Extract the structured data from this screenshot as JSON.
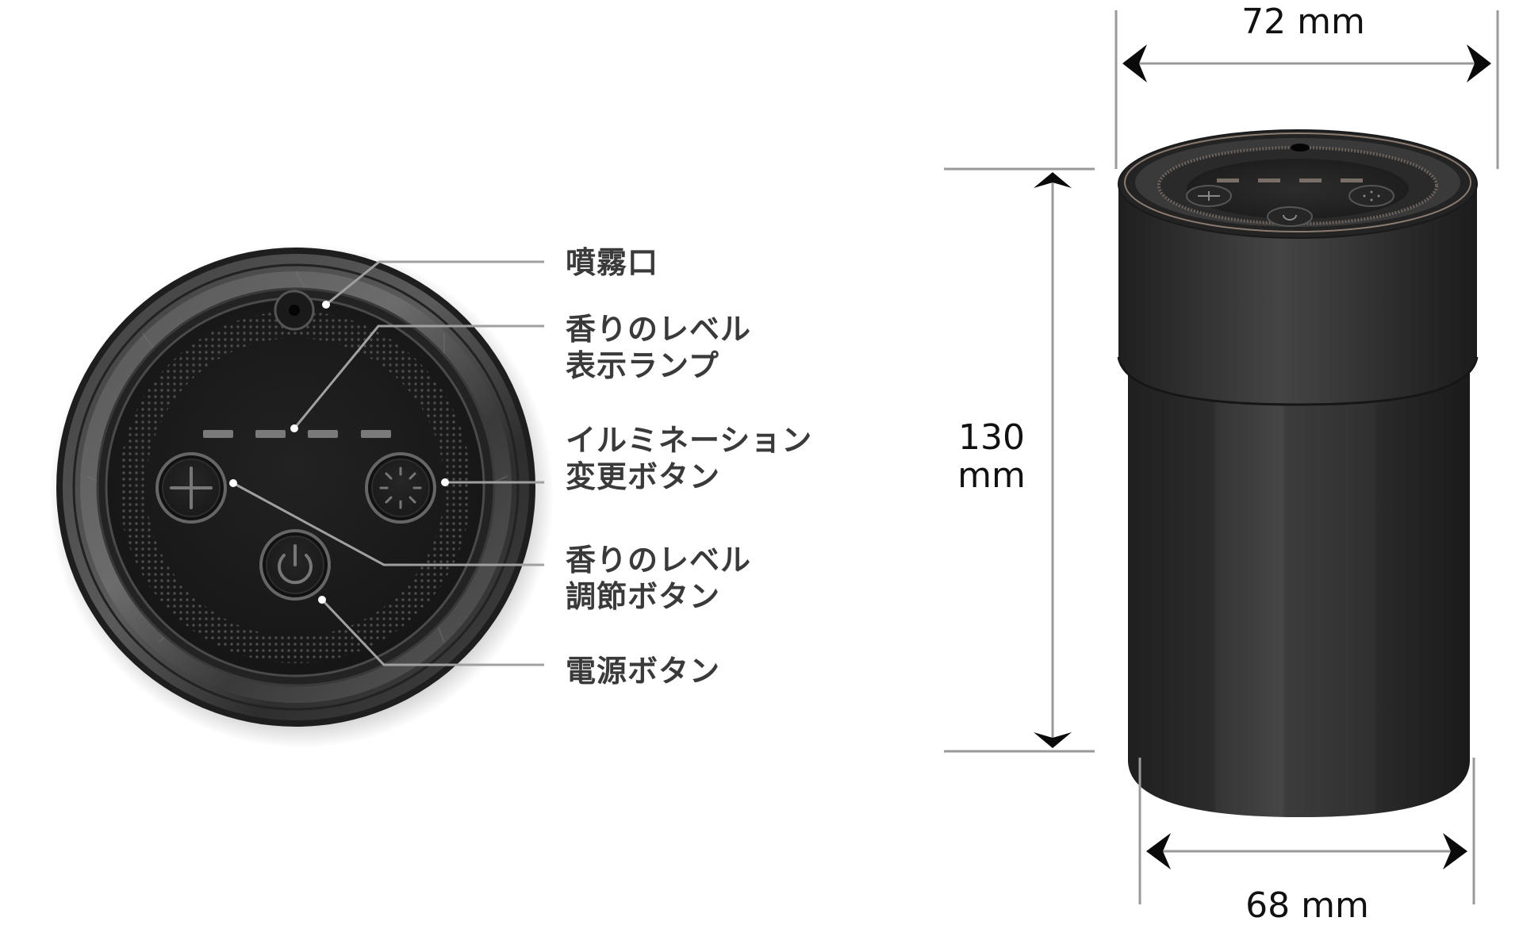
{
  "diagram": {
    "title": "Aroma diffuser — top view controls and dimensions",
    "top_view": {
      "callouts": [
        {
          "id": "nozzle",
          "lines": [
            "噴霧口"
          ]
        },
        {
          "id": "level-lamp",
          "lines": [
            "香りのレベル",
            "表示ランプ"
          ]
        },
        {
          "id": "illumination-button",
          "lines": [
            "イルミネーション",
            "変更ボタン"
          ]
        },
        {
          "id": "level-button",
          "lines": [
            "香りのレベル",
            "調節ボタン"
          ]
        },
        {
          "id": "power-button",
          "lines": [
            "電源ボタン"
          ]
        }
      ],
      "level_lamp_segments": 4,
      "button_icons": [
        "plus-icon",
        "illumination-icon",
        "power-icon"
      ]
    },
    "side_view": {
      "dimensions": {
        "top_width": {
          "value": "72",
          "unit": "mm",
          "label": "72 mm"
        },
        "height": {
          "value": "130",
          "unit": "mm",
          "label_value": "130",
          "label_unit": "mm"
        },
        "bottom_width": {
          "value": "68",
          "unit": "mm",
          "label": "68 mm"
        }
      }
    },
    "colors": {
      "background": "#ffffff",
      "device_body": "#2b2b2b",
      "device_panel": "#1c1c1c",
      "leader_line": "#9a9a9a",
      "label_text": "#3a3a3a",
      "dimension_text": "#111111"
    }
  }
}
